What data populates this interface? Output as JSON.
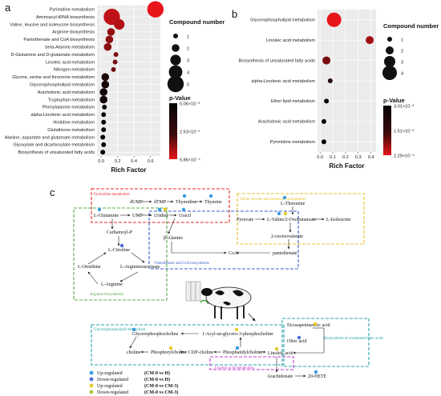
{
  "panel_labels": [
    "a",
    "b",
    "c"
  ],
  "chart_data": [
    {
      "type": "scatter",
      "panel": "a",
      "categories": [
        "Pyrimidine metabolism",
        "Aminoacyl-tRNA biosynthesis",
        "Valine, leucine and isoleucine biosynthesis",
        "Arginine biosynthesis",
        "Pantothenate and CoA biosynthesis",
        "beta-Alanine metabolism",
        "D-Glutamine and D-glutamate metabolism",
        "Linoleic acid metabolism",
        "Nitrogen metabolism",
        "Glycine, serine and threonine metabolism",
        "Glycerophospholipid metabolism",
        "Arachidonic acid metabolism",
        "Tryptophan metabolism",
        "Phenylalanine metabolism",
        "alpha-Linolenic acid metabolism",
        "Histidine metabolism",
        "Glutathione metabolism",
        "Alanine, aspartate and glutamate metabolism",
        "Glyoxylate and dicarboxylate metabolism",
        "Biosynthesis of unsaturated fatty acids"
      ],
      "rich_factor": [
        0.66,
        0.13,
        0.22,
        0.12,
        0.1,
        0.08,
        0.18,
        0.17,
        0.15,
        0.05,
        0.05,
        0.03,
        0.03,
        0.04,
        0.03,
        0.03,
        0.03,
        0.02,
        0.03,
        0.02
      ],
      "compound_number": [
        5,
        5,
        3,
        2,
        2,
        2,
        1,
        1,
        1,
        2,
        2,
        2,
        2,
        1,
        1,
        1,
        1,
        1,
        1,
        1
      ],
      "p_value": [
        0.0004,
        0.0005,
        0.0006,
        0.0009,
        0.001,
        0.0011,
        0.0012,
        0.0014,
        0.0015,
        0.004,
        0.0042,
        0.0044,
        0.0045,
        0.0046,
        0.0047,
        0.0048,
        0.0048,
        0.0049,
        0.005,
        0.005
      ],
      "xlabel": "Rich Factor",
      "xticks": [
        "0.0",
        "0.2",
        "0.4",
        "0.6"
      ],
      "xlim": [
        -0.05,
        0.72
      ],
      "size_legend": {
        "title": "Compound number",
        "values": [
          "1",
          "2",
          "3",
          "4",
          "5"
        ]
      },
      "color_legend": {
        "title": "p-Value",
        "labels": [
          "5.06×10⁻³",
          "2.53×10⁻³",
          "5.86×10⁻⁴"
        ],
        "low_color": "#e8151b",
        "high_color": "#050505"
      },
      "grid": true,
      "legend_position": "right"
    },
    {
      "type": "scatter",
      "panel": "b",
      "categories": [
        "Glycerophospholipid metabolism",
        "Linoleic acid metabolism",
        "Biosynthesis of unsaturated fatty acids",
        "alpha-Linolenic acid metabolism",
        "Ether lipid metabolism",
        "Arachidonic acid metabolism",
        "Pyrimidine metabolism"
      ],
      "rich_factor": [
        0.11,
        0.39,
        0.05,
        0.08,
        0.05,
        0.03,
        0.03
      ],
      "compound_number": [
        4,
        2,
        2,
        1,
        1,
        1,
        1
      ],
      "p_value": [
        0.0002,
        0.0004,
        0.0008,
        0.0022,
        0.0028,
        0.003,
        0.003
      ],
      "xlabel": "Rich Factor",
      "xticks": [
        "0.0",
        "0.1",
        "0.2",
        "0.3",
        "0.4"
      ],
      "xlim": [
        -0.02,
        0.44
      ],
      "size_legend": {
        "title": "Compound number",
        "values": [
          "1",
          "2",
          "3",
          "4"
        ]
      },
      "color_legend": {
        "title": "p-Value",
        "labels": [
          "3.01×10⁻³",
          "1.51×10⁻³",
          "2.29×10⁻⁴"
        ],
        "low_color": "#e8151b",
        "high_color": "#050505"
      },
      "grid": true,
      "legend_position": "right"
    }
  ],
  "pathway": {
    "boxes": [
      {
        "label": "Pyrimidine metabolism",
        "color": "#e8282a"
      },
      {
        "label": "Valine, leucine and isoleucine biosynthesis",
        "color": "#e6c02c"
      },
      {
        "label": "Arginine biosynthesis",
        "color": "#5aa84a"
      },
      {
        "label": "Pantothenate and CoA biosynthesis",
        "color": "#3a62c8"
      },
      {
        "label": "Glycerophospholipid metabolism",
        "color": "#2aa3a8"
      },
      {
        "label": "Biosynthesis of unsaturated fatty acids",
        "color": "#2aa3a8"
      },
      {
        "label": "Linoleic acid metabolism",
        "color": "#c03bc8"
      }
    ],
    "nodes": [
      "dUMP",
      "dTMP",
      "Thymidine",
      "Thymine",
      "L-Glutamine",
      "UMP",
      "Uridine",
      "Uracil",
      "L-Threonine",
      "Carbamoyl-P",
      "β-Alanine",
      "Pyruvate",
      "L-Valine/2-Oxobutanoate",
      "L-Isoleucine",
      "L-Citruline",
      "2-oxoisovalerate",
      "L-Ornithine",
      "L-Argininosuccinate",
      "CoA",
      "pantothenate",
      "L-Arginine",
      "Eicosapentaenoic acid",
      "Glycerophosphocholine",
      "1-Acyl-sn-glycero-3-phosphocholine",
      "Oleic acid",
      "choline",
      "Phosphorylcholine",
      "CDP-choline",
      "Phosphatidylcholine",
      "Linoleic acid",
      "Arachidonate",
      "20-HETE"
    ],
    "legend": [
      {
        "label": "Up-regulated",
        "group": "(CM-0 vs H)",
        "color": "#3a9be0",
        "shape": "star"
      },
      {
        "label": "Down-regulated",
        "group": "(CM-0 vs H)",
        "color": "#4a6fd8",
        "shape": "star"
      },
      {
        "label": "Up-regulated",
        "group": "(CM-0 vs CM-3)",
        "color": "#e6c82a",
        "shape": "circle"
      },
      {
        "label": "Down-regulated",
        "group": "(CM-0 vs CM-3)",
        "color": "#a8c83a",
        "shape": "circle"
      }
    ]
  }
}
